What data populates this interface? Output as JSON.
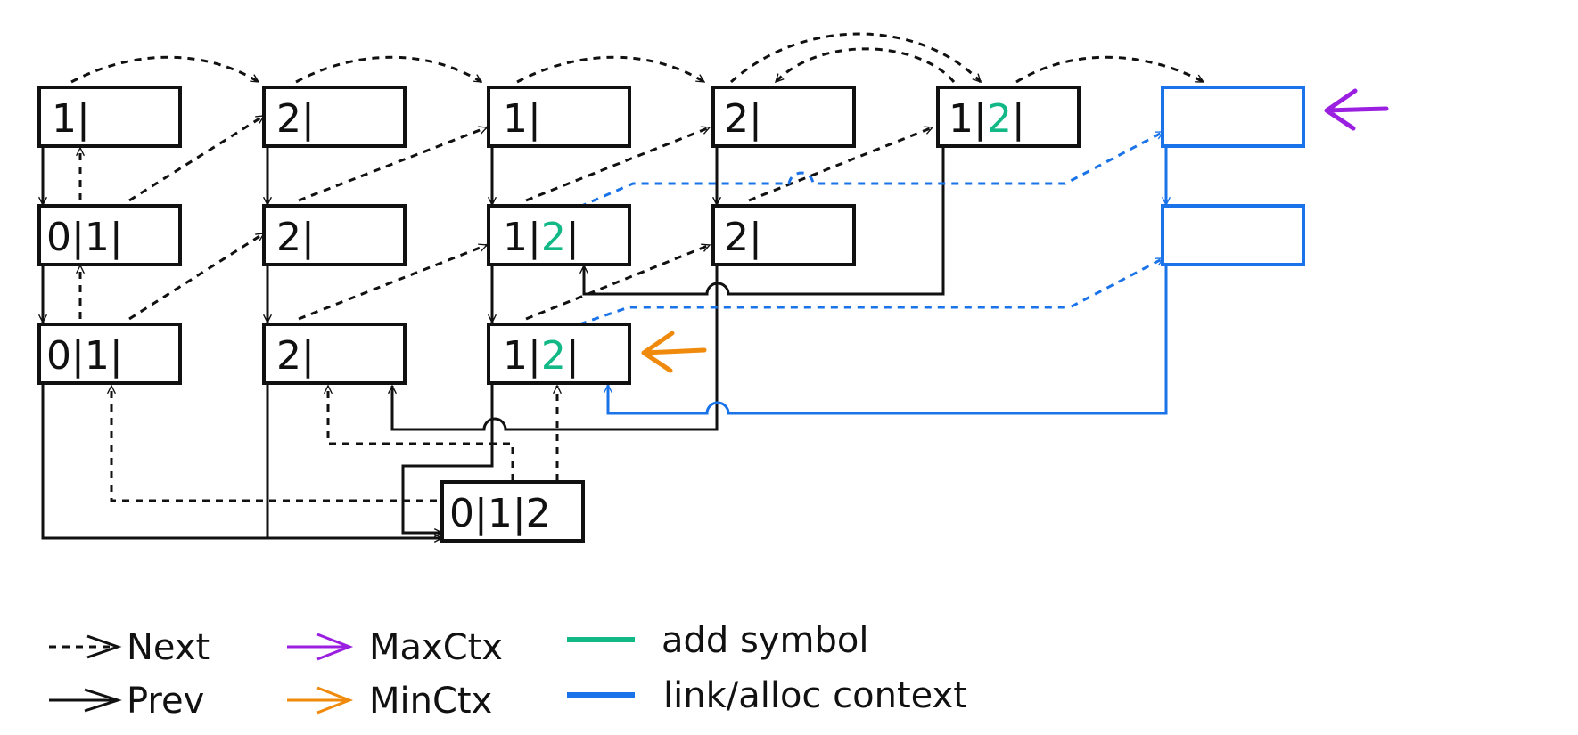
{
  "colors": {
    "next": "#111111",
    "prev": "#111111",
    "max_ctx": "#9b1fe0",
    "min_ctx": "#f08a0c",
    "add_symbol": "#12b886",
    "link_alloc": "#1a73e8"
  },
  "nodes": [
    {
      "id": "a1",
      "parts": [
        "1|"
      ],
      "added": ""
    },
    {
      "id": "a2",
      "parts": [
        "0|1|"
      ],
      "added": ""
    },
    {
      "id": "a3",
      "parts": [
        "0|1|"
      ],
      "added": ""
    },
    {
      "id": "b1",
      "parts": [
        "2|"
      ],
      "added": ""
    },
    {
      "id": "b2",
      "parts": [
        "2|"
      ],
      "added": ""
    },
    {
      "id": "b3",
      "parts": [
        "2|"
      ],
      "added": ""
    },
    {
      "id": "c1",
      "parts": [
        "1|"
      ],
      "added": ""
    },
    {
      "id": "c2",
      "parts": [
        "1|"
      ],
      "added": "2",
      "tail": "|"
    },
    {
      "id": "c3",
      "parts": [
        "1|"
      ],
      "added": "2",
      "tail": "|"
    },
    {
      "id": "d1",
      "parts": [
        "2|"
      ],
      "added": ""
    },
    {
      "id": "d2",
      "parts": [
        "2|"
      ],
      "added": ""
    },
    {
      "id": "e1",
      "parts": [
        "1|"
      ],
      "added": "2",
      "tail": "|"
    },
    {
      "id": "f1",
      "parts": [
        ""
      ],
      "added": "",
      "blue": true
    },
    {
      "id": "f2",
      "parts": [
        ""
      ],
      "added": "",
      "blue": true
    },
    {
      "id": "g",
      "parts": [
        "0|1|2"
      ],
      "added": ""
    }
  ],
  "legend": {
    "next_label": "Next",
    "prev_label": "Prev",
    "max_ctx_label": "MaxCtx",
    "min_ctx_label": "MinCtx",
    "add_symbol_label": "add symbol",
    "link_alloc_label": "link/alloc context"
  }
}
